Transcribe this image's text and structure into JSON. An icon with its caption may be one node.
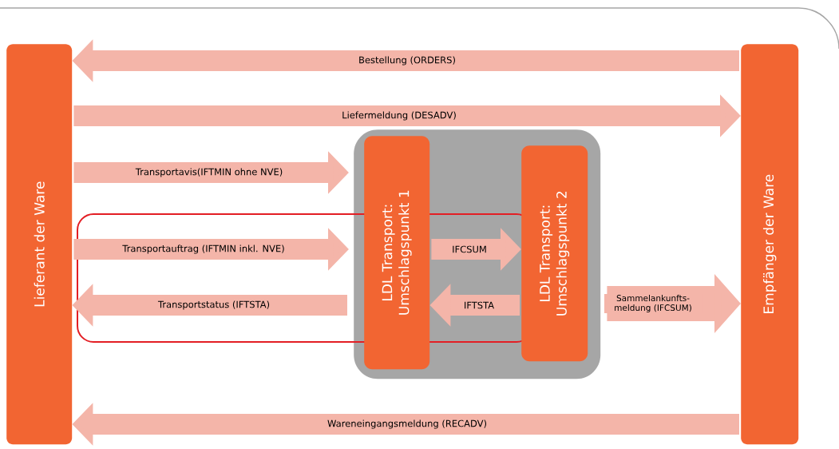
{
  "diagram": {
    "nodes": [
      {
        "text": [
          "Lieferant der Ware"
        ]
      },
      {
        "text": [],
        "shape": "box"
      },
      {
        "text": [
          "LDL Transport: Umschlagspunkt 1"
        ],
        "in": 1
      },
      {
        "text": [
          "LDL Transport: Umschlagspunkt 2"
        ],
        "in": 1
      },
      {
        "text": [
          "Empfänger der Ware"
        ]
      }
    ],
    "edges": [
      {
        "from": 4,
        "to": 0,
        "arrow": "to",
        "label": "Bestellung (ORDERS)"
      },
      {
        "from": 0,
        "to": 4,
        "arrow": "to",
        "label": "Liefermeldung (DESADV)"
      },
      {
        "from": 0,
        "to": 1,
        "arrow": "to",
        "label": "Transportavis(IFTMIN ohne NVE)"
      },
      {
        "from": 0,
        "to": 1,
        "arrow": "to",
        "label": "Transportauftrag (IFTMIN inkl. NVE)"
      },
      {
        "from": 1,
        "to": 0,
        "arrow": "to",
        "label": "Transportstatus (IFTSTA)"
      },
      {
        "from": 2,
        "to": 3,
        "arrow": "to",
        "label": "IFCSUM"
      },
      {
        "from": 3,
        "to": 2,
        "arrow": "to",
        "label": "IFTSTA"
      },
      {
        "from": 1,
        "to": 4,
        "arrow": "to",
        "label": "Sammelankunfts- meldung (IFCSUM)"
      },
      {
        "from": 4,
        "to": 0,
        "arrow": "to",
        "label": "Wareneingangsmeldung (RECADV)"
      }
    ]
  }
}
